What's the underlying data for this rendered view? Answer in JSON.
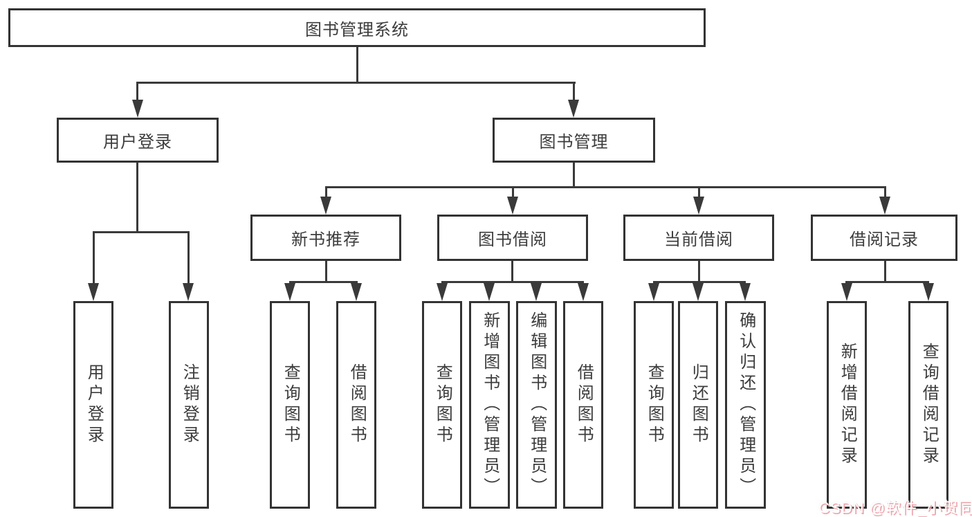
{
  "tree": {
    "root": {
      "label": "图书管理系统"
    },
    "branches": [
      {
        "label": "用户登录",
        "children": [
          {
            "label": "用户登录"
          },
          {
            "label": "注销登录"
          }
        ]
      },
      {
        "label": "图书管理",
        "children": [
          {
            "label": "新书推荐",
            "children": [
              {
                "label": "查询图书"
              },
              {
                "label": "借阅图书"
              }
            ]
          },
          {
            "label": "图书借阅",
            "children": [
              {
                "label": "查询图书"
              },
              {
                "label": "新增图书（管理员）"
              },
              {
                "label": "编辑图书（管理员）"
              },
              {
                "label": "借阅图书"
              }
            ]
          },
          {
            "label": "当前借阅",
            "children": [
              {
                "label": "查询图书"
              },
              {
                "label": "归还图书"
              },
              {
                "label": "确认归还（管理员）"
              }
            ]
          },
          {
            "label": "借阅记录",
            "children": [
              {
                "label": "新增借阅记录"
              },
              {
                "label": "查询借阅记录"
              }
            ]
          }
        ]
      }
    ]
  },
  "watermark": {
    "text": "CSDN @软件_小贺同学"
  },
  "colors": {
    "line": "#3a3a3a",
    "box_border": "#333333",
    "text": "#3c3c3c",
    "background": "#ffffff",
    "watermark_text": "#ffffff",
    "watermark_shadow": "#eda6ad"
  }
}
